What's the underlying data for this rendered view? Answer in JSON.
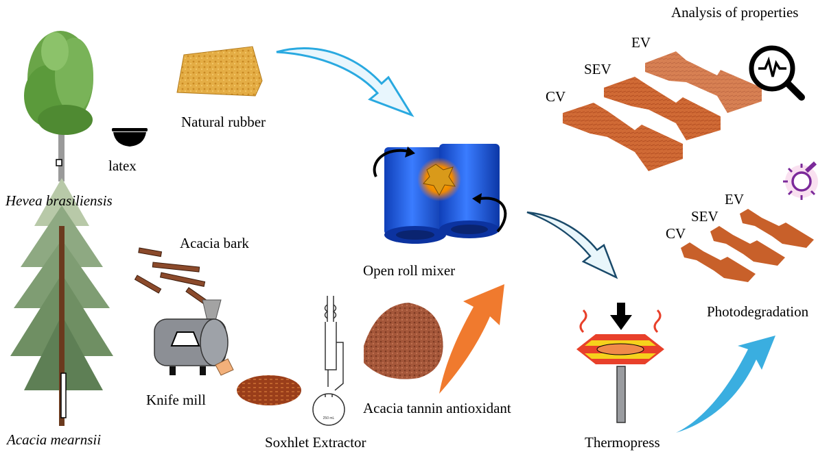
{
  "labels": {
    "hevea": "Hevea brasiliensis",
    "latex": "latex",
    "natural_rubber": "Natural rubber",
    "open_roll_mixer": "Open roll mixer",
    "analysis": "Analysis of properties",
    "ev_top": "EV",
    "sev_top": "SEV",
    "cv_top": "CV",
    "ev_bottom": "EV",
    "sev_bottom": "SEV",
    "cv_bottom": "CV",
    "photodegradation": "Photodegradation",
    "acacia_bark": "Acacia bark",
    "knife_mill": "Knife mill",
    "acacia_mearnsii": "Acacia mearnsii",
    "soxhlet": "Soxhlet Extractor",
    "tannin": "Acacia tannin antioxidant",
    "thermopress": "Thermopress",
    "flask_volume": "250 mL"
  },
  "colors": {
    "rubber": "#d9a23a",
    "roll_blue": "#1f5fe8",
    "arrow_cyan": "#29a9e0",
    "arrow_orange": "#f07a2e",
    "sample_orange": "#c8602a",
    "bark_brown": "#8b4a2b",
    "heat_red": "#e8402a",
    "heat_yellow": "#f6d21c",
    "lamp_purple": "#7b2a9a",
    "tree_green": "#5f9c3c"
  },
  "icons": [
    "magnifier-waveform-icon",
    "uv-lamp-icon",
    "bowl-icon"
  ]
}
